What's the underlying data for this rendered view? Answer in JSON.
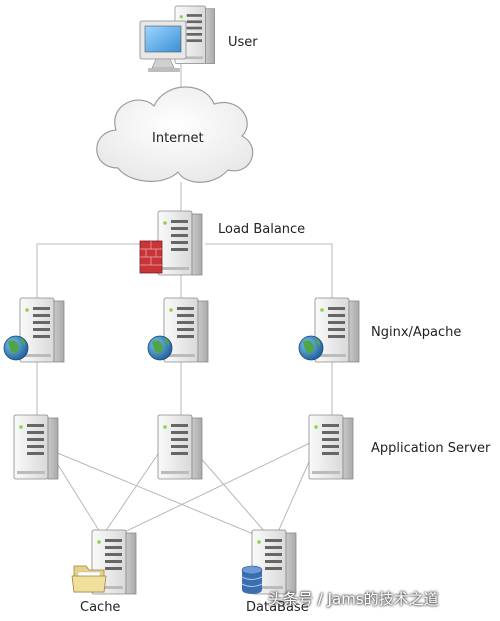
{
  "labels": {
    "user": "User",
    "internet": "Internet",
    "load_balance": "Load Balance",
    "web_tier": "Nginx/Apache",
    "app_tier": "Application Server",
    "cache": "Cache",
    "database": "DataBase"
  },
  "watermark": "头条号 / Jams的技术之道",
  "icons": {
    "user": "desktop-computer-icon",
    "internet": "cloud-icon",
    "load_balance": "server-firewall-icon",
    "web_servers": "server-globe-icon",
    "app_servers": "server-icon",
    "cache": "server-folder-icon",
    "database": "server-database-icon"
  },
  "colors": {
    "line": "#b8b8b8",
    "server_body": "#eeeeee",
    "firewall": "#c8343a",
    "globe": "#2f86c8",
    "folder": "#e7d28a",
    "database": "#3b6fb0"
  }
}
